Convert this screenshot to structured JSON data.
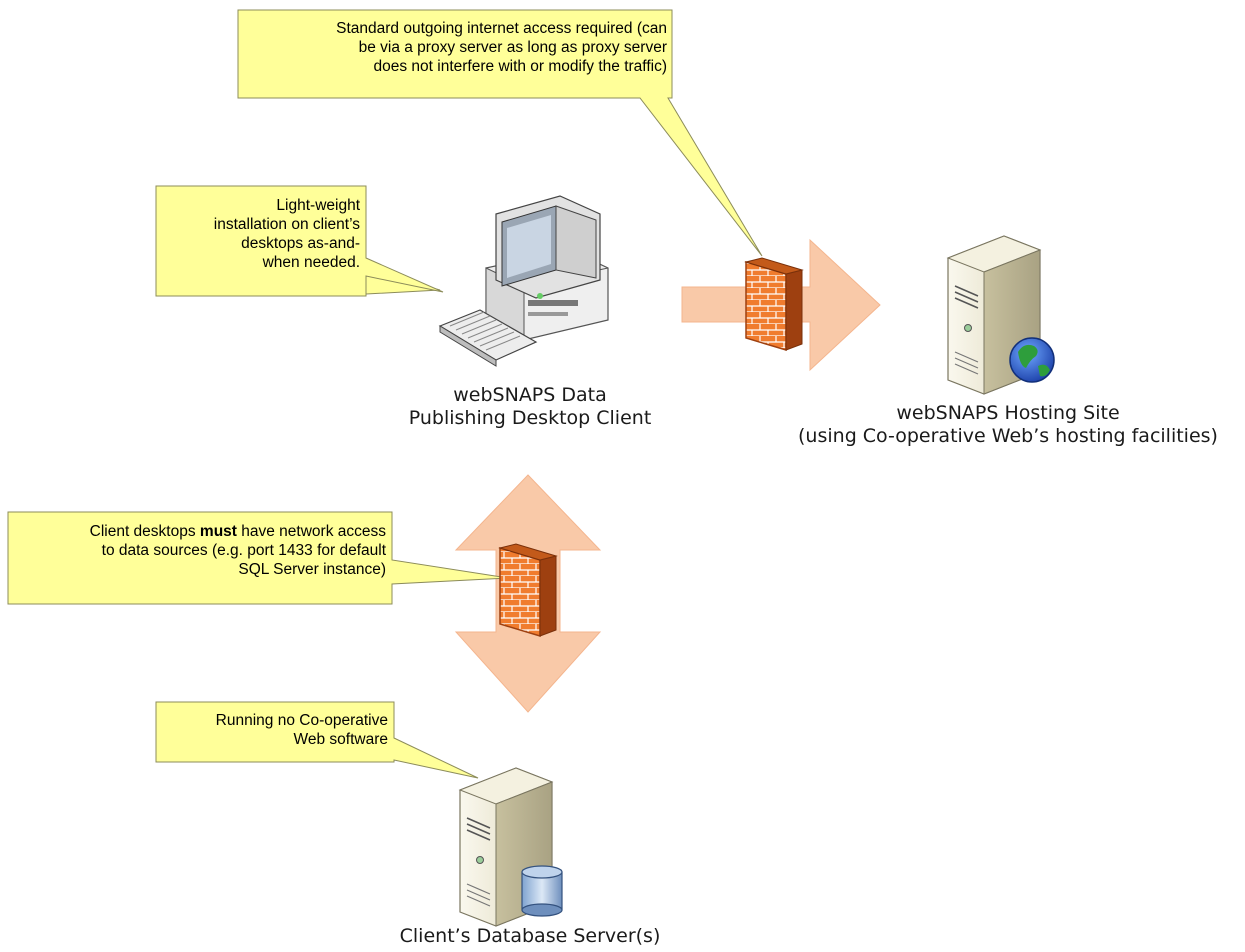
{
  "callouts": {
    "internet_access": {
      "line1": "Standard outgoing internet access required (can",
      "line2": "be via a proxy server as long as proxy server",
      "line3": "does not interfere with or modify the traffic)"
    },
    "lightweight_install": {
      "line1": "Light-weight",
      "line2": "installation on client’s",
      "line3": "desktops as-and-",
      "line4": "when needed."
    },
    "network_access": {
      "line1_pre": "Client desktops ",
      "line1_bold": "must",
      "line1_post": " have network access",
      "line2": "to data sources (e.g. port 1433 for default",
      "line3": "SQL Server instance)"
    },
    "no_software": {
      "line1": "Running no Co-operative",
      "line2": "Web software"
    }
  },
  "nodes": {
    "desktop_client": {
      "line1": "webSNAPS Data",
      "line2": "Publishing Desktop Client"
    },
    "hosting_site": {
      "line1": "webSNAPS Hosting Site",
      "line2": "(using Co-operative Web’s hosting facilities)"
    },
    "database_server": {
      "line1": "Client’s Database Server(s)"
    }
  },
  "icons": {
    "desktop": "desktop-computer-icon",
    "web_server": "web-server-icon",
    "db_server": "database-server-icon",
    "firewall": "firewall-icon",
    "globe": "globe-icon",
    "database": "database-cylinder-icon"
  },
  "colors": {
    "callout_fill": "#FFFF99",
    "callout_stroke": "#8C8C5A",
    "arrow_fill": "#F9C9A8",
    "firewall_fill": "#F07C2E",
    "firewall_dark": "#9E4010",
    "server_body": "#EFEBD8",
    "server_dark": "#C9C2A0"
  }
}
